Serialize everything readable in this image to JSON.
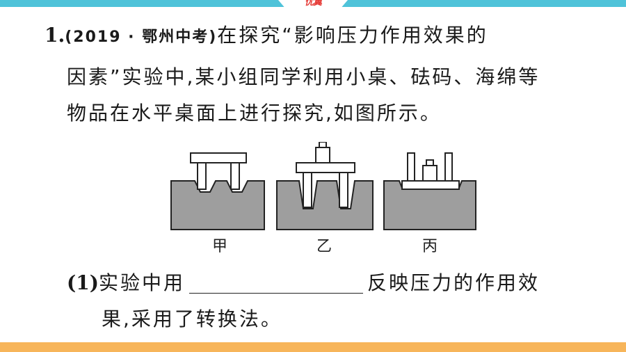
{
  "header": {
    "logo_text": "优翼"
  },
  "question": {
    "number": "1.",
    "source": "(2019 · 鄂州中考)",
    "line1": "在探究“影响压力作用效果的",
    "line2": "因素”实验中,某小组同学利用小桌、砝码、海绵等",
    "line3": "物品在水平桌面上进行探究,如图所示。"
  },
  "figure": {
    "labels": [
      "甲",
      "乙",
      "丙"
    ]
  },
  "subquestion": {
    "number": "(1)",
    "text_before": "实验中用",
    "text_after": "反映压力的作用效",
    "line2": "果,采用了转换法。"
  },
  "colors": {
    "top_bar": "#4fc3d9",
    "bottom_bar": "#f7b55a",
    "sponge": "#9e9e9e"
  }
}
